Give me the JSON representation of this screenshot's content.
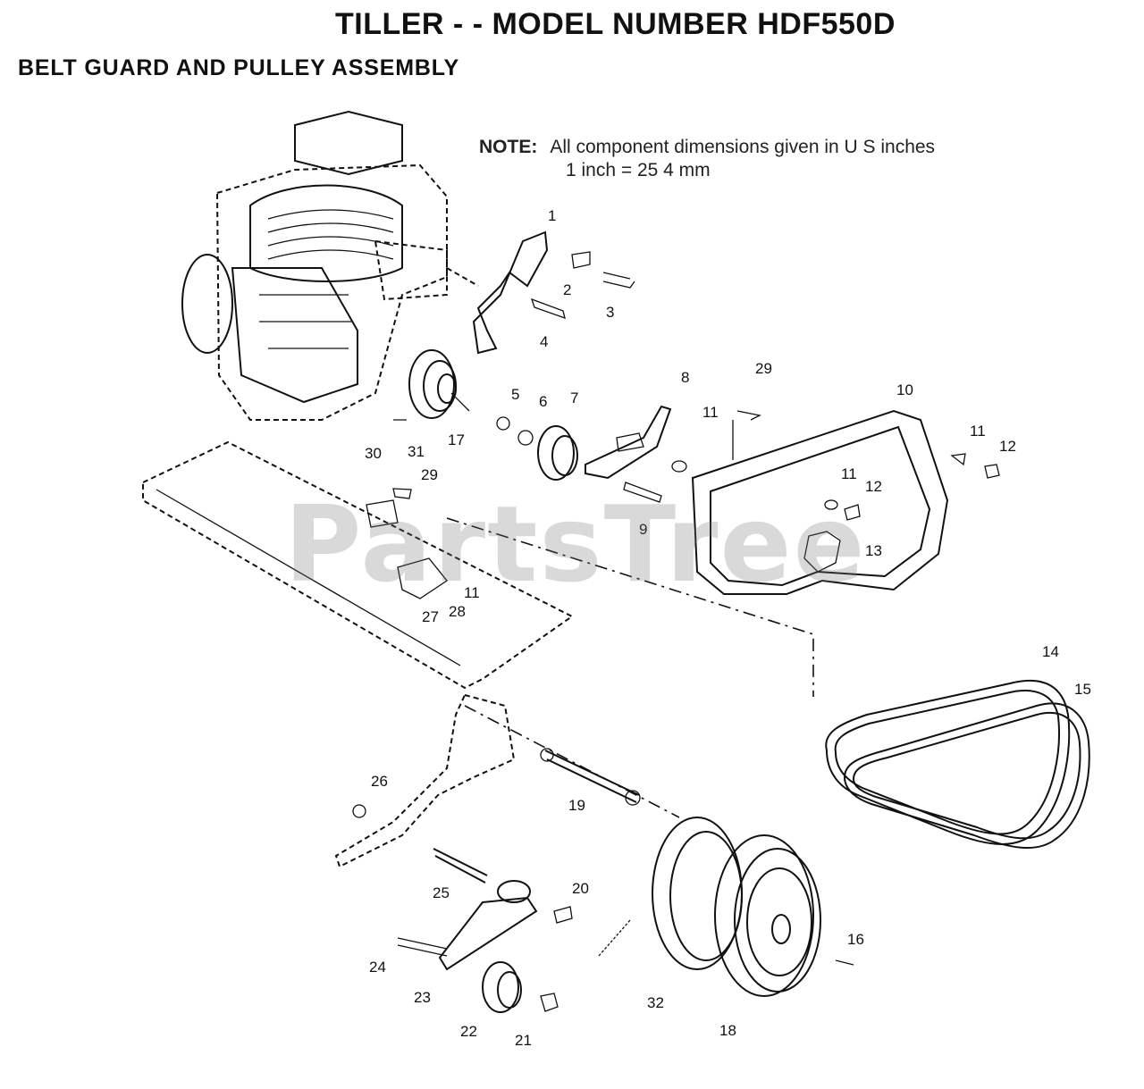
{
  "title": "TILLER - - MODEL NUMBER HDF550D",
  "subtitle": "BELT GUARD AND PULLEY ASSEMBLY",
  "note": {
    "label": "NOTE:",
    "line1": "All component dimensions given in U S  inches",
    "line2": "1 inch = 25 4 mm"
  },
  "watermark": "PartsTree",
  "part_labels": [
    "1",
    "2",
    "3",
    "4",
    "5",
    "6",
    "7",
    "8",
    "29",
    "10",
    "11",
    "12",
    "11",
    "12",
    "11",
    "9",
    "13",
    "29",
    "30",
    "31",
    "17",
    "11",
    "27",
    "28",
    "14",
    "15",
    "26",
    "19",
    "25",
    "20",
    "24",
    "23",
    "22",
    "21",
    "32",
    "18",
    "16"
  ]
}
